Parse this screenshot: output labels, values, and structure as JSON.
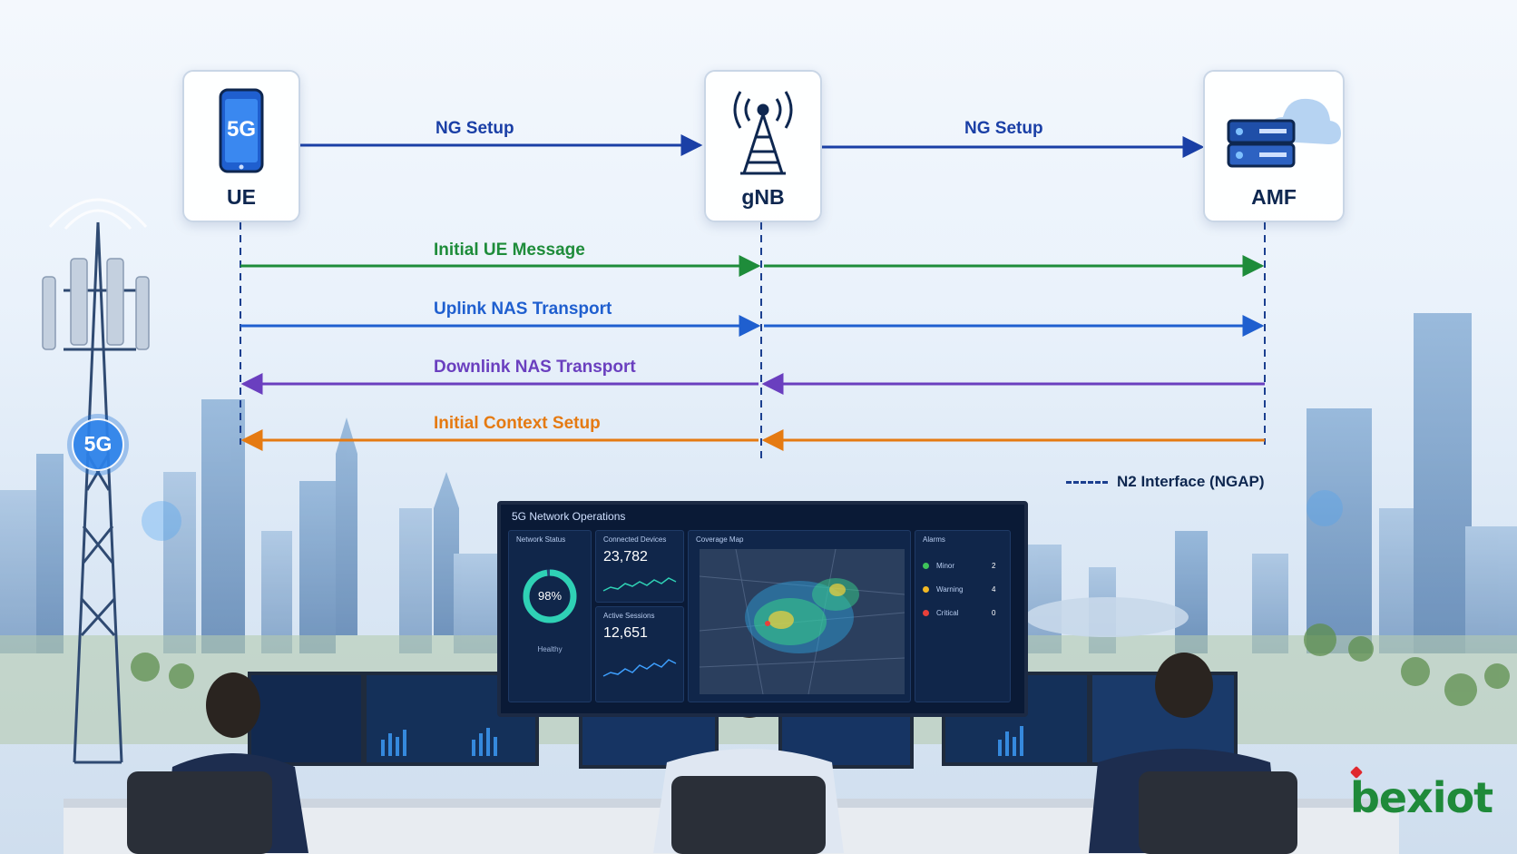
{
  "nodes": {
    "ue": {
      "label": "UE",
      "chip": "5G"
    },
    "gnb": {
      "label": "gNB"
    },
    "amf": {
      "label": "AMF"
    }
  },
  "messages": [
    {
      "label": "NG Setup",
      "color": "#1a3fa6"
    },
    {
      "label": "NG Setup",
      "color": "#1a3fa6"
    },
    {
      "label": "Initial UE Message",
      "color": "#1e8c3a"
    },
    {
      "label": "Uplink NAS Transport",
      "color": "#1f5fcf"
    },
    {
      "label": "Downlink NAS Transport",
      "color": "#6a3fbf"
    },
    {
      "label": "Initial Context Setup",
      "color": "#e57a12"
    }
  ],
  "legend": {
    "label": "N2 Interface (NGAP)"
  },
  "tower_badge": "5G",
  "dashboard": {
    "title": "5G Network Operations",
    "network_status": {
      "title": "Network Status",
      "value": "98%",
      "caption": "Healthy",
      "fraction": 0.98
    },
    "connected_devices": {
      "title": "Connected Devices",
      "value": "23,782"
    },
    "active_sessions": {
      "title": "Active Sessions",
      "value": "12,651"
    },
    "coverage_map": {
      "title": "Coverage Map"
    },
    "alarms": {
      "title": "Alarms",
      "items": [
        {
          "label": "Minor",
          "count": "2",
          "color": "#3ec35a"
        },
        {
          "label": "Warning",
          "count": "4",
          "color": "#f2b824"
        },
        {
          "label": "Critical",
          "count": "0",
          "color": "#e8403a"
        }
      ]
    }
  },
  "brand": "bexiot",
  "colors": {
    "node_text": "#0e2750",
    "lifeline": "#1b3f8f",
    "brand": "#1f8a3a"
  }
}
